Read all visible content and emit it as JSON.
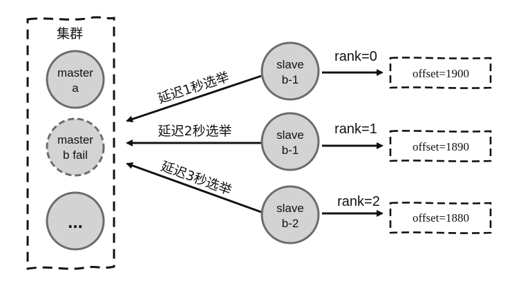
{
  "cluster": {
    "title": "集群"
  },
  "masters": [
    {
      "line1": "master",
      "line2": "a"
    },
    {
      "line1": "master",
      "line2": "b fail"
    },
    {
      "line1": "..."
    }
  ],
  "slaves": [
    {
      "line1": "slave",
      "line2": "b-1",
      "rank": "rank=0",
      "offset": "offset=1900",
      "delay": "延迟1秒选举"
    },
    {
      "line1": "slave",
      "line2": "b-1",
      "rank": "rank=1",
      "offset": "offset=1890",
      "delay": "延迟2秒选举"
    },
    {
      "line1": "slave",
      "line2": "b-2",
      "rank": "rank=2",
      "offset": "offset=1880",
      "delay": "延迟3秒选举"
    }
  ],
  "colors": {
    "node_fill": "#d3d3d3",
    "node_stroke": "#6b6b6b",
    "line": "#111111"
  }
}
